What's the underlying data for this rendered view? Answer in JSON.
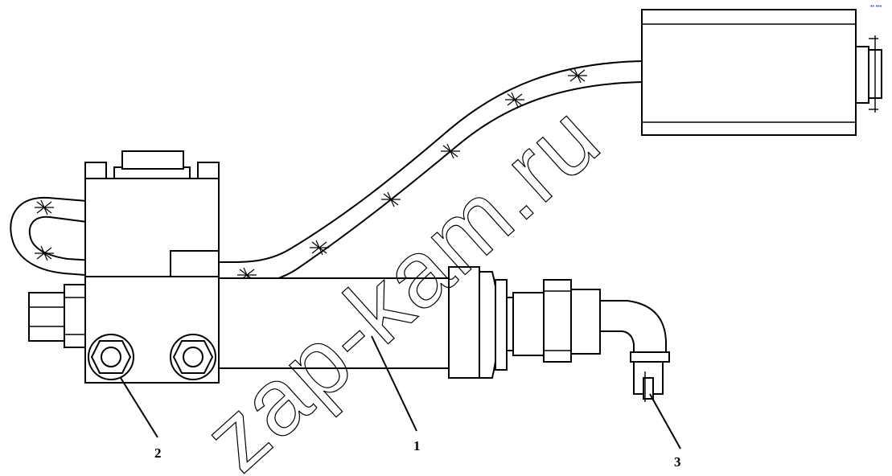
{
  "callouts": {
    "part_1": "1",
    "part_2": "2",
    "part_3": "3"
  },
  "watermark": "zap-kam.ru",
  "corner_mark": "•• •••",
  "colors": {
    "line": "#000000",
    "background": "#ffffff",
    "corner_mark": "#2a4bd0"
  }
}
